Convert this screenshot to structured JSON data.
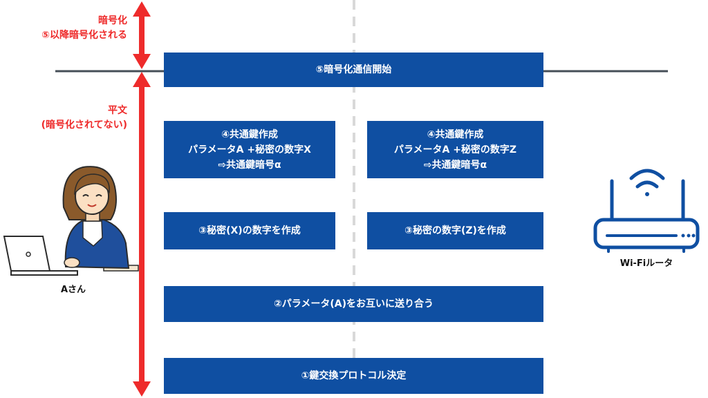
{
  "colors": {
    "box_fill": "#0f4fa2",
    "box_text": "#ffffff",
    "arrow": "#ee2b2b",
    "label_red": "#ee2b2b",
    "dashed_line": "#d9d9d9",
    "horizontal_line": "#454e57"
  },
  "labels": {
    "encrypted_title": "暗号化",
    "encrypted_sub": "⑤以降暗号化される",
    "plain_title": "平文",
    "plain_sub": "(暗号化されてない)",
    "user_name": "Aさん",
    "router_name": "Wi-Fiルータ"
  },
  "icons": {
    "user": "woman-at-laptop-illustration",
    "router": "wifi-router-icon"
  },
  "steps": {
    "step5": "⑤暗号化通信開始",
    "step4_left": [
      "④共通鍵作成",
      "パラメータA +秘密の数字X",
      "⇨共通鍵暗号α"
    ],
    "step4_right": [
      "④共通鍵作成",
      "パラメータA +秘密の数字Z",
      "⇨共通鍵暗号α"
    ],
    "step3_left": "③秘密(X)の数字を作成",
    "step3_right": "③秘密の数字(Z)を作成",
    "step2": "②パラメータ(A)をお互いに送り合う",
    "step1": "①鍵交換プロトコル決定"
  }
}
